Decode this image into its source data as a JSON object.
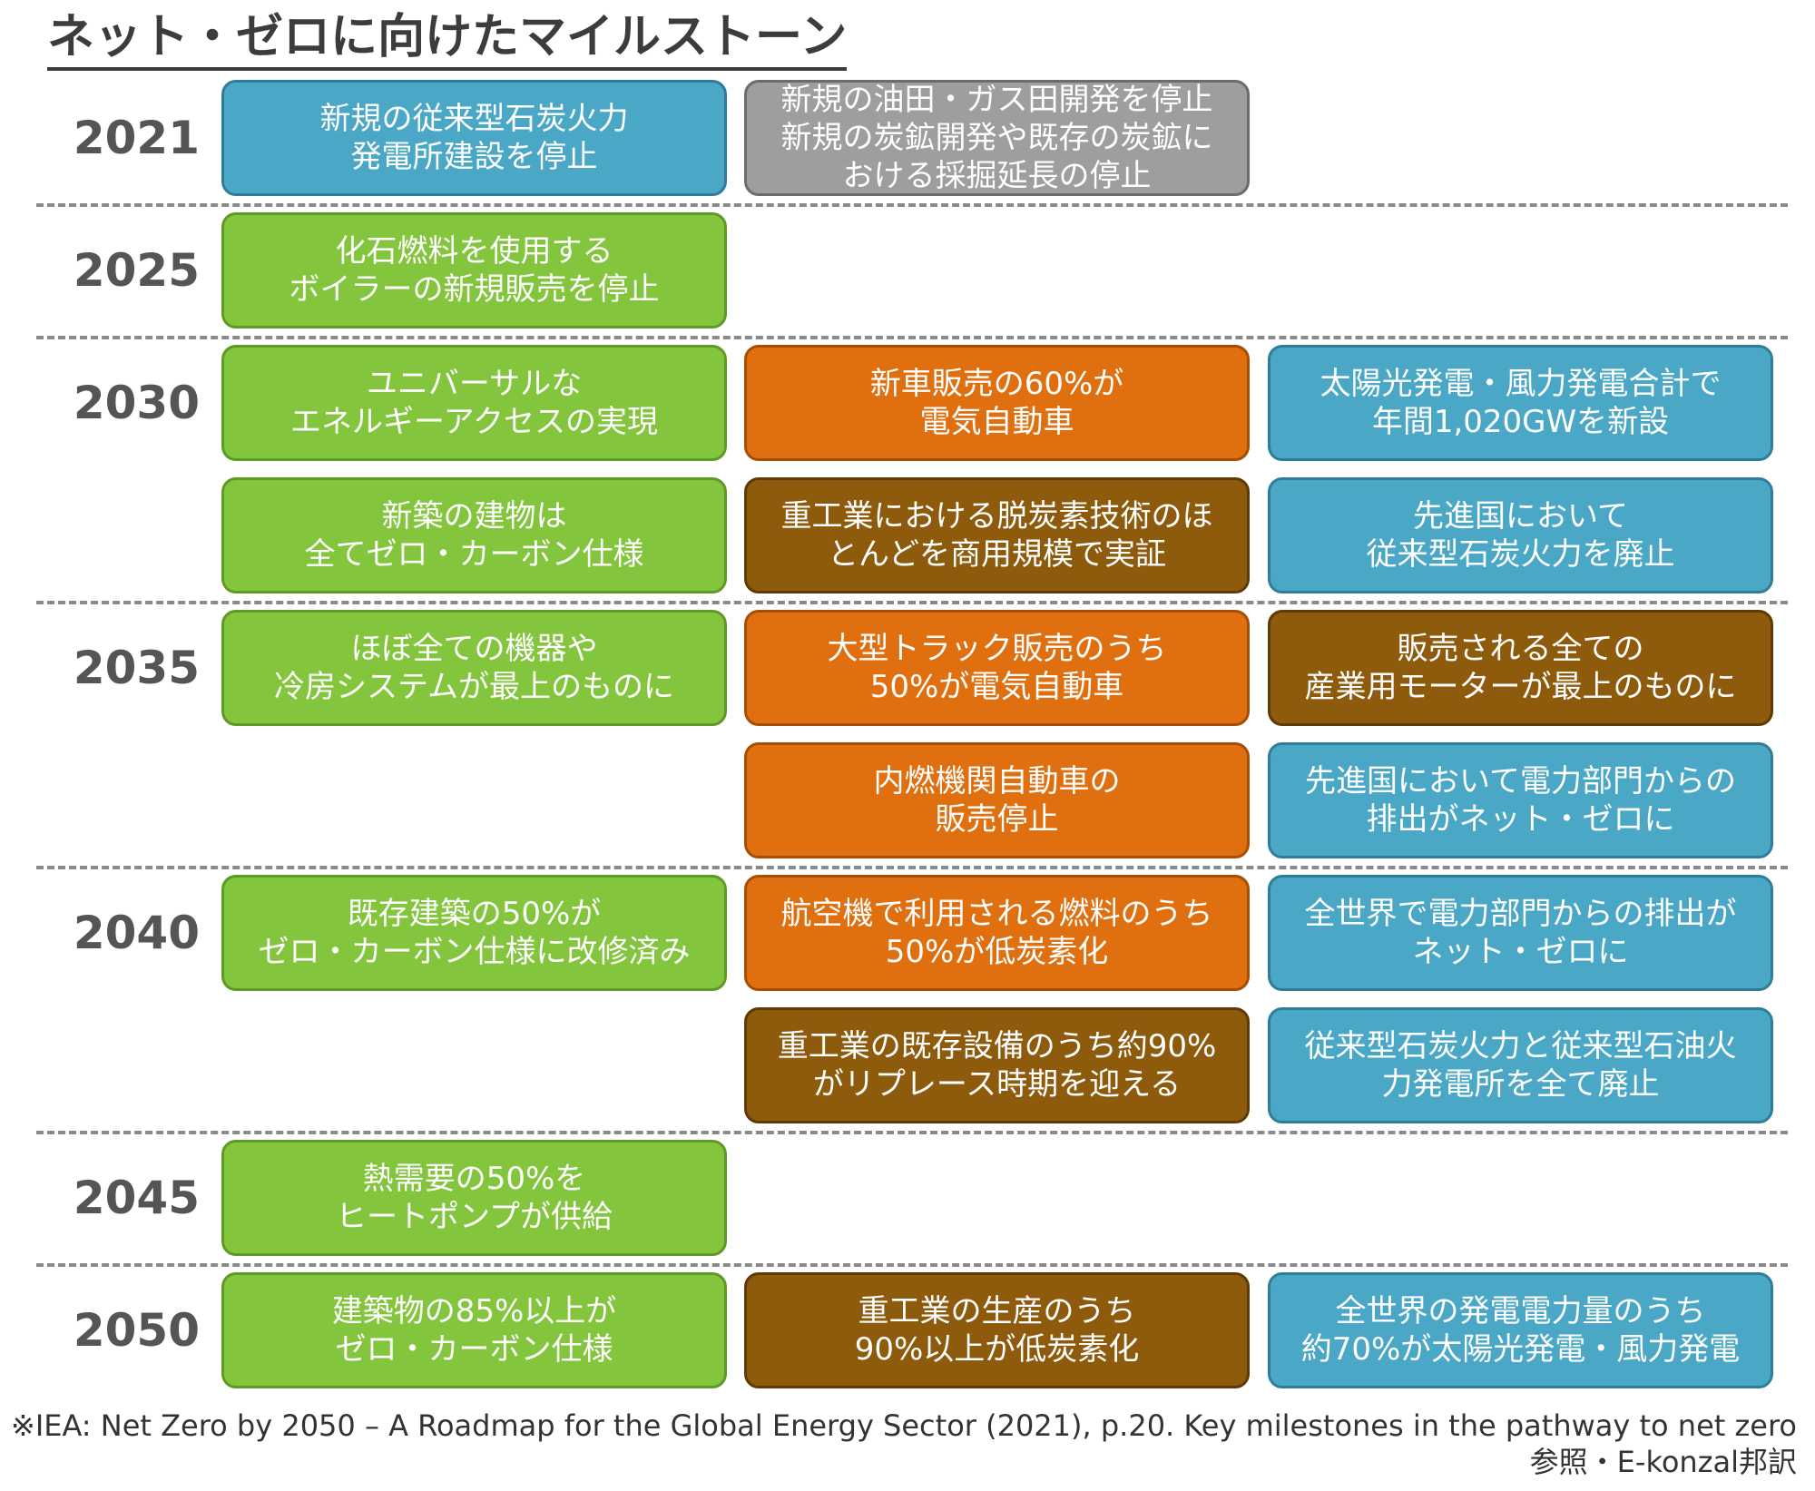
{
  "title": "ネット・ゼロに向けたマイルストーン",
  "years": [
    "2021",
    "2025",
    "2030",
    "2035",
    "2040",
    "2045",
    "2050"
  ],
  "milestones": {
    "y2021_policy_coal": "新規の従来型石炭火力\n発電所建設を停止",
    "y2021_fuel_supply": "新規の油田・ガス田開発を停止\n新規の炭鉱開発や既存の炭鉱に\nおける採掘延長の停止",
    "y2025_boilers": "化石燃料を使用する\nボイラーの新規販売を停止",
    "y2030_energy_access": "ユニバーサルな\nエネルギーアクセスの実現",
    "y2030_ev_sales": "新車販売の60%が\n電気自動車",
    "y2030_solar_wind": "太陽光発電・風力発電合計で\n年間1,020GWを新設",
    "y2030_zero_carbon_buildings": "新築の建物は\n全てゼロ・カーボン仕様",
    "y2030_heavy_industry_demo": "重工業における脱炭素技術のほ\nとんどを商用規模で実証",
    "y2030_phase_out_coal": "先進国において\n従来型石炭火力を廃止",
    "y2035_appliances": "ほぼ全ての機器や\n冷房システムが最上のものに",
    "y2035_heavy_trucks": "大型トラック販売のうち\n50%が電気自動車",
    "y2035_industrial_motors": "販売される全ての\n産業用モーターが最上のものに",
    "y2035_ice_cars": "内燃機関自動車の\n販売停止",
    "y2035_power_net_zero_advanced": "先進国において電力部門からの\n排出がネット・ゼロに",
    "y2040_retrofit": "既存建築の50%が\nゼロ・カーボン仕様に改修済み",
    "y2040_aviation_fuel": "航空機で利用される燃料のうち\n50%が低炭素化",
    "y2040_power_net_zero_global": "全世界で電力部門からの排出が\nネット・ゼロに",
    "y2040_replacement": "重工業の既存設備のうち約90%\nがリプレース時期を迎える",
    "y2040_phase_out_all": "従来型石炭火力と従来型石油火\n力発電所を全て廃止",
    "y2045_heat_pumps": "熱需要の50%を\nヒートポンプが供給",
    "y2050_buildings": "建築物の85%以上が\nゼロ・カーボン仕様",
    "y2050_industry": "重工業の生産のうち\n90%以上が低炭素化",
    "y2050_generation": "全世界の発電電力量のうち\n約70%が太陽光発電・風力発電"
  },
  "footer": {
    "line1": "※IEA: Net Zero by 2050 – A Roadmap for the Global Energy Sector (2021), p.20. Key milestones in the pathway to net zero",
    "line2": "参照・E-konzal邦訳"
  },
  "colors": {
    "buildings": "#83c53c",
    "electricity": "#4aa8c6",
    "fuel_supply": "#9e9e9e",
    "transport": "#e0700f",
    "industry": "#8e5a0c"
  }
}
